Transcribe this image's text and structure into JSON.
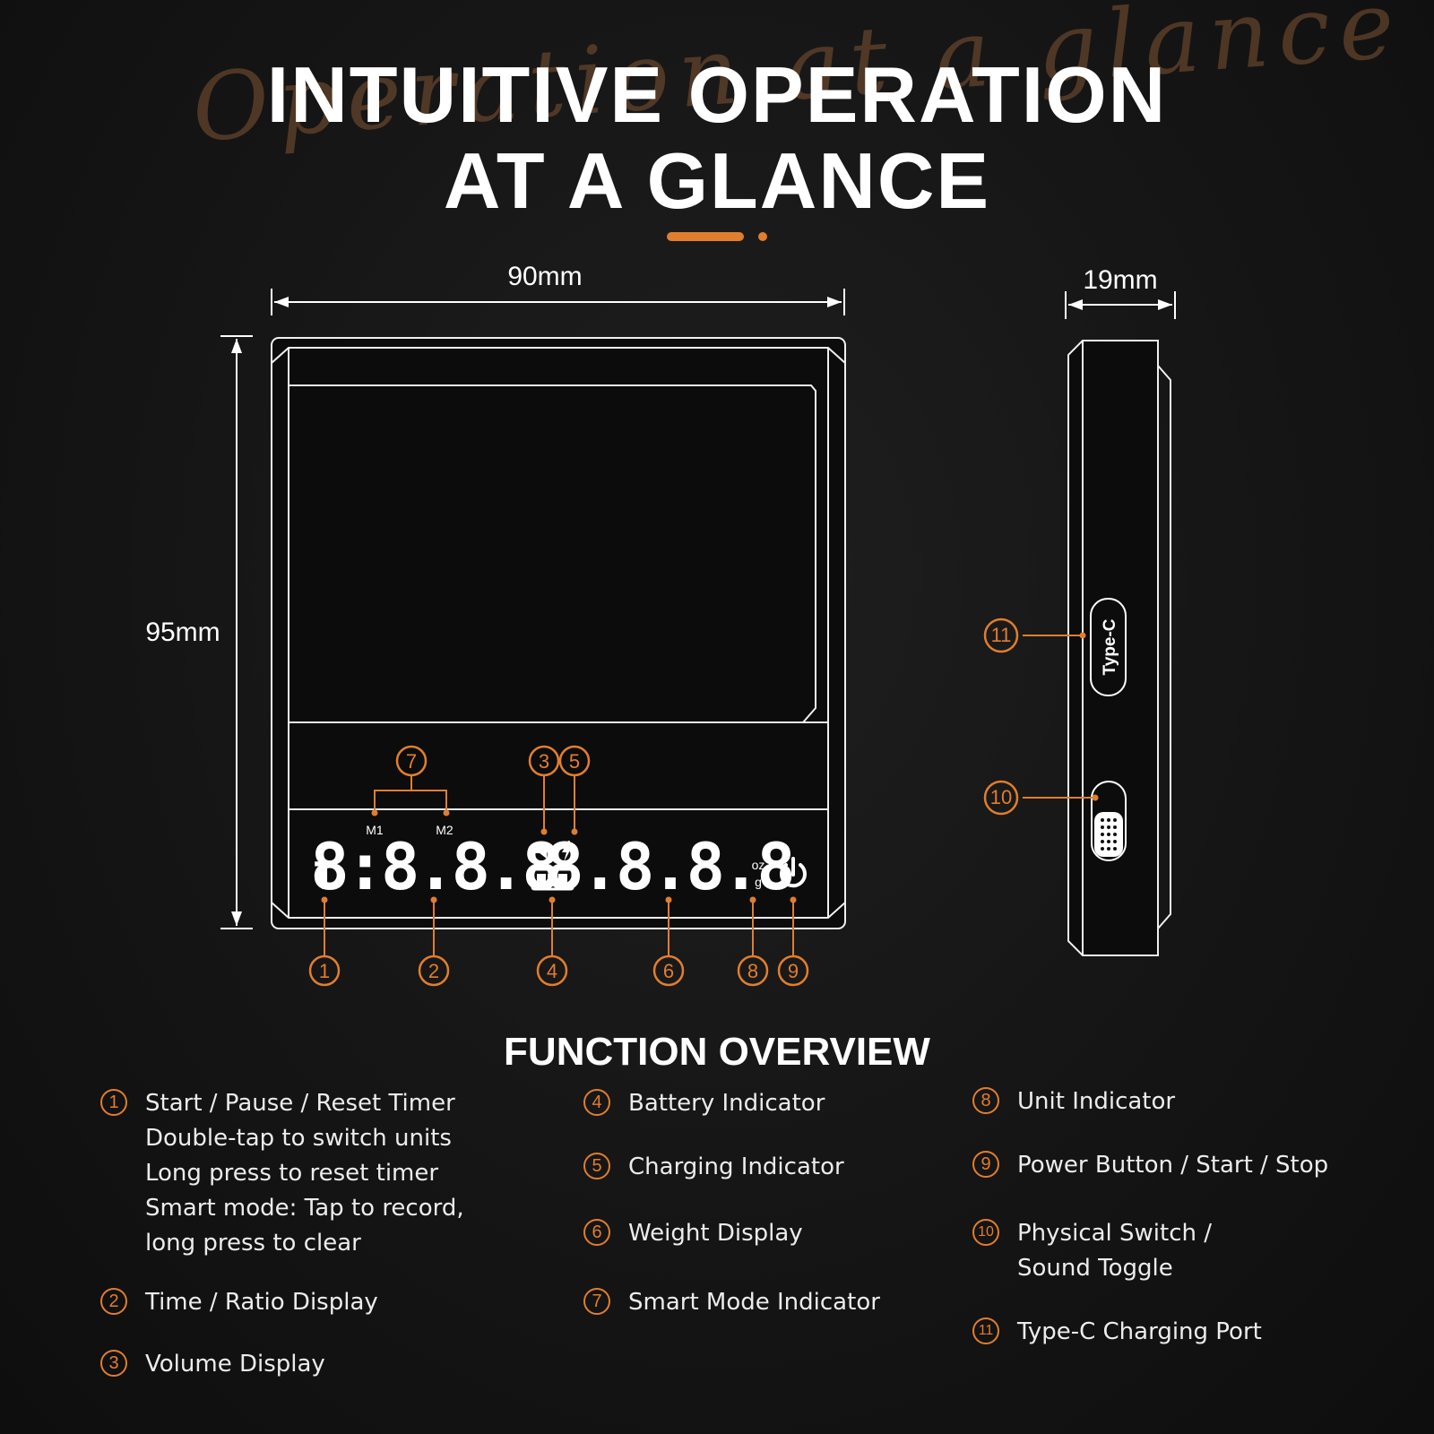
{
  "header": {
    "title_line_1": "INTUITIVE OPERATION",
    "title_line_2": "AT A GLANCE",
    "script_text": "Operation at a glance",
    "accent_color": "#e07e2e"
  },
  "diagram": {
    "front_view": {
      "width_label": "90mm",
      "height_label": "95mm",
      "tare_glyph": "T",
      "time_digits": "8:8.8.8",
      "weight_digits": "8.8.8.8",
      "memory_labels": [
        "M1",
        "M2"
      ],
      "unit_glyphs": [
        "oz",
        "g"
      ],
      "icons": [
        "volume-icon",
        "charging-icon",
        "battery-icon",
        "power-icon"
      ]
    },
    "side_view": {
      "depth_label": "19mm",
      "port_label": "Type-C",
      "icons": [
        "switch-grip-icon"
      ]
    },
    "callouts": [
      "1",
      "2",
      "3",
      "4",
      "5",
      "6",
      "7",
      "8",
      "9",
      "10",
      "11"
    ]
  },
  "overview": {
    "title": "FUNCTION OVERVIEW",
    "columns": [
      [
        {
          "num": "1",
          "lines": [
            "Start / Pause / Reset Timer",
            "Double-tap to switch units",
            "Long press to reset timer",
            "Smart mode: Tap to record,",
            "long press to clear"
          ]
        },
        {
          "num": "2",
          "lines": [
            "Time / Ratio Display"
          ]
        },
        {
          "num": "3",
          "lines": [
            "Volume Display"
          ]
        }
      ],
      [
        {
          "num": "4",
          "lines": [
            "Battery Indicator"
          ]
        },
        {
          "num": "5",
          "lines": [
            "Charging Indicator"
          ]
        },
        {
          "num": "6",
          "lines": [
            "Weight Display"
          ]
        },
        {
          "num": "7",
          "lines": [
            "Smart Mode Indicator"
          ]
        }
      ],
      [
        {
          "num": "8",
          "lines": [
            "Unit Indicator"
          ]
        },
        {
          "num": "9",
          "lines": [
            "Power Button / Start / Stop"
          ]
        },
        {
          "num": "10",
          "lines": [
            "Physical Switch /",
            "Sound Toggle"
          ]
        },
        {
          "num": "11",
          "lines": [
            "Type-C Charging Port"
          ]
        }
      ]
    ]
  }
}
